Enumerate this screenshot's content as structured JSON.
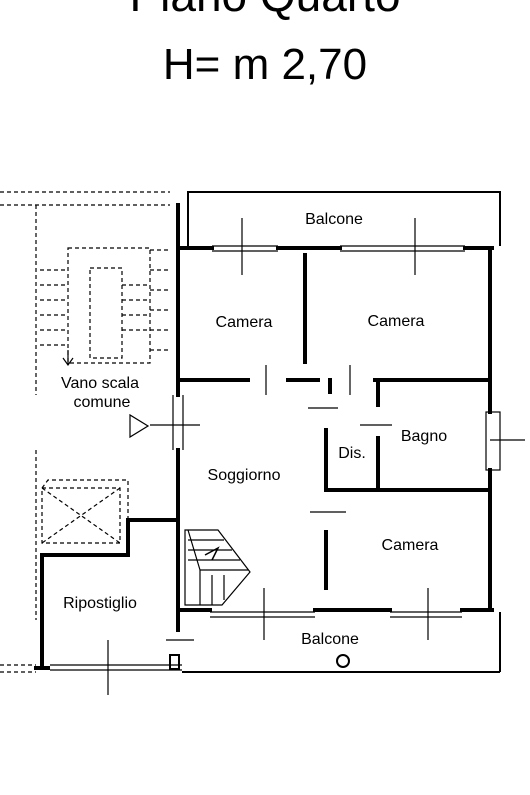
{
  "header": {
    "title": "Piano Quarto",
    "height_label": "H= m 2,70"
  },
  "rooms": {
    "balcone_top": "Balcone",
    "camera_left": "Camera",
    "camera_right": "Camera",
    "vano_scala_line1": "Vano scala",
    "vano_scala_line2": "comune",
    "bagno": "Bagno",
    "dis": "Dis.",
    "soggiorno": "Soggiorno",
    "camera_bottom": "Camera",
    "ripostiglio": "Ripostiglio",
    "balcone_bottom": "Balcone"
  }
}
